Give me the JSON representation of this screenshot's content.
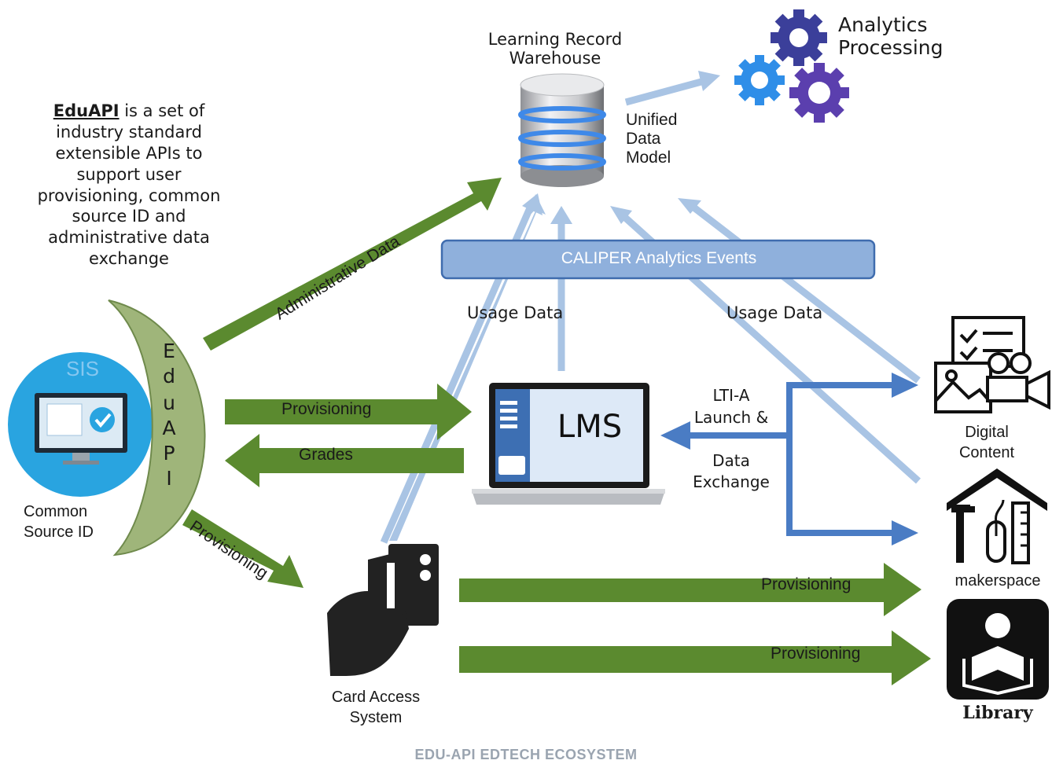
{
  "description_block": {
    "bold_term": "EduAPI",
    "text": " is a set of industry standard extensible APIs to support user provisioning, common source ID and administrative data exchange"
  },
  "nodes": {
    "learning_record_warehouse": "Learning Record\nWarehouse",
    "analytics_processing": "Analytics\nProcessing",
    "unified_data_model": "Unified\nData\nModel",
    "caliper_bar": "CALIPER Analytics Events",
    "lms": "LMS",
    "sis": "SIS",
    "common_source_id": "Common\nSource ID",
    "card_access_system": "Card Access\nSystem",
    "digital_content": "Digital\nContent",
    "makerspace": "makerspace",
    "library": "Library",
    "eduapi_vertical": [
      "E",
      "d",
      "u",
      "A",
      "P",
      "I"
    ]
  },
  "edges": {
    "administrative_data": "Administrative Data",
    "provisioning_lms": "Provisioning",
    "grades": "Grades",
    "provisioning_card": "Provisioning",
    "provisioning_makerspace": "Provisioning",
    "provisioning_library": "Provisioning",
    "usage_data_left": "Usage Data",
    "usage_data_right": "Usage Data",
    "lti_exchange": "LTI-A\nLaunch &\n\nData\nExchange"
  },
  "footer": "EDU-API EDTECH ECOSYSTEM",
  "colors": {
    "green_arrow": "#5b8a2f",
    "light_blue_arrow": "#a9c4e4",
    "blue_arrow": "#4a7cc4",
    "caliper_fill": "#8fb0dc",
    "caliper_border": "#3f6cae",
    "crescent": "#9fb57a",
    "gear_purple": "#5b3fae",
    "gear_blue": "#2f8ee8",
    "gear_navy": "#3b3f9a",
    "sis_circle": "#29a4e0"
  }
}
